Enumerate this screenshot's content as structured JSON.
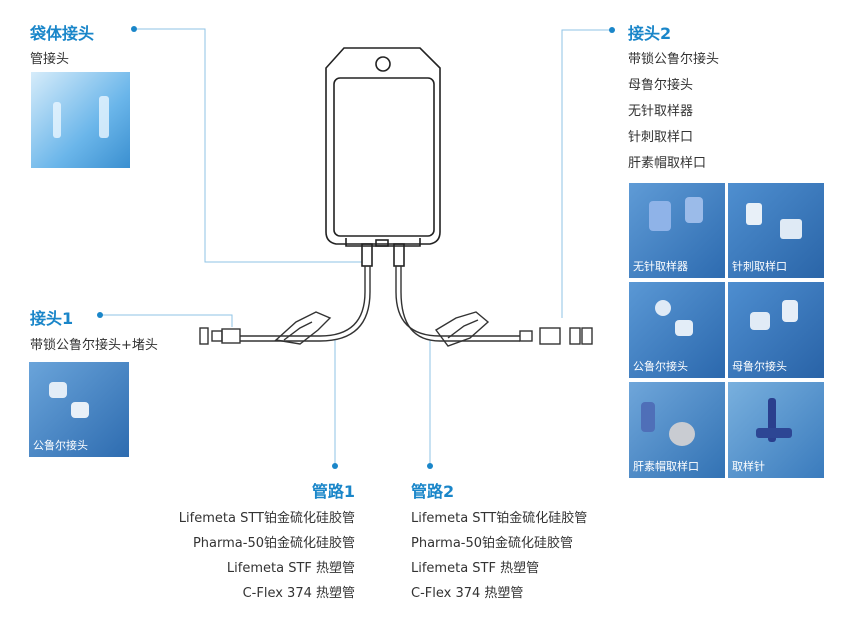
{
  "top_left": {
    "title": "袋体接头",
    "items": [
      "管接头"
    ]
  },
  "top_right": {
    "title": "接头2",
    "items": [
      "带锁公鲁尔接头",
      "母鲁尔接头",
      "无针取样器",
      "针刺取样口",
      "肝素帽取样口"
    ]
  },
  "left_mid": {
    "title": "接头1",
    "items": [
      "带锁公鲁尔接头+堵头"
    ],
    "photo_caption": "公鲁尔接头"
  },
  "tube1": {
    "title": "管路1",
    "items": [
      "Lifemeta STT铂金硫化硅胶管",
      "Pharma-50铂金硫化硅胶管",
      "Lifemeta STF 热塑管",
      "C-Flex 374 热塑管"
    ]
  },
  "tube2": {
    "title": "管路2",
    "items": [
      "Lifemeta STT铂金硫化硅胶管",
      "Pharma-50铂金硫化硅胶管",
      "Lifemeta STF 热塑管",
      "C-Flex 374 热塑管"
    ]
  },
  "grid_captions": [
    "无针取样器",
    "针刺取样口",
    "公鲁尔接头",
    "母鲁尔接头",
    "肝素帽取样口",
    "取样针"
  ],
  "colors": {
    "accent": "#1a86c9",
    "photo_blue": "#2f6fb2"
  }
}
